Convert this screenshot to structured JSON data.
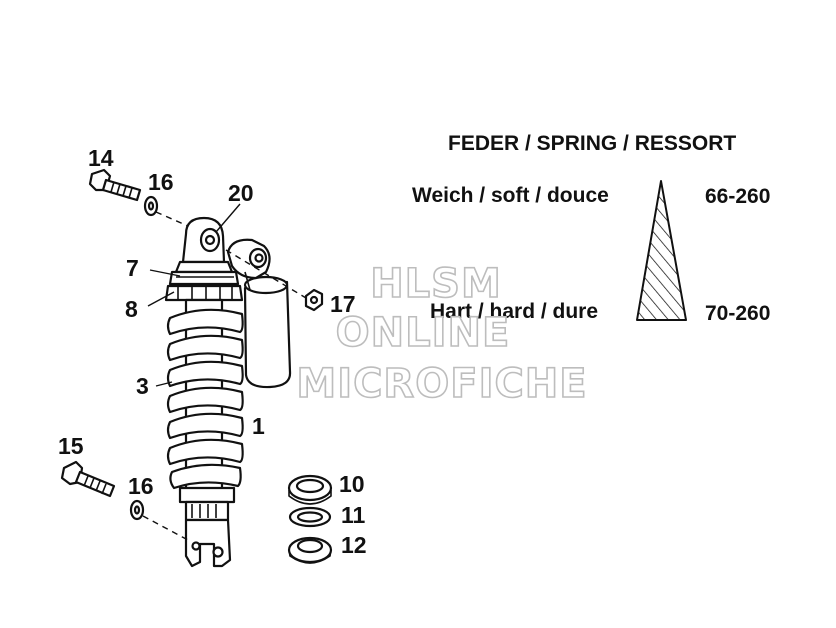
{
  "legend": {
    "title": "FEDER / SPRING / RESSORT",
    "soft_label": "Weich / soft / douce",
    "soft_value": "66-260",
    "hard_label": "Hart / hard / dure",
    "hard_value": "70-260"
  },
  "callouts": {
    "c1": "1",
    "c3": "3",
    "c7": "7",
    "c8": "8",
    "c10": "10",
    "c11": "11",
    "c12": "12",
    "c14": "14",
    "c15": "15",
    "c16a": "16",
    "c16b": "16",
    "c17": "17",
    "c20": "20"
  },
  "watermark": {
    "line1": "HLSM",
    "line2": "ONLINE",
    "line3": "MICROFICHE"
  }
}
